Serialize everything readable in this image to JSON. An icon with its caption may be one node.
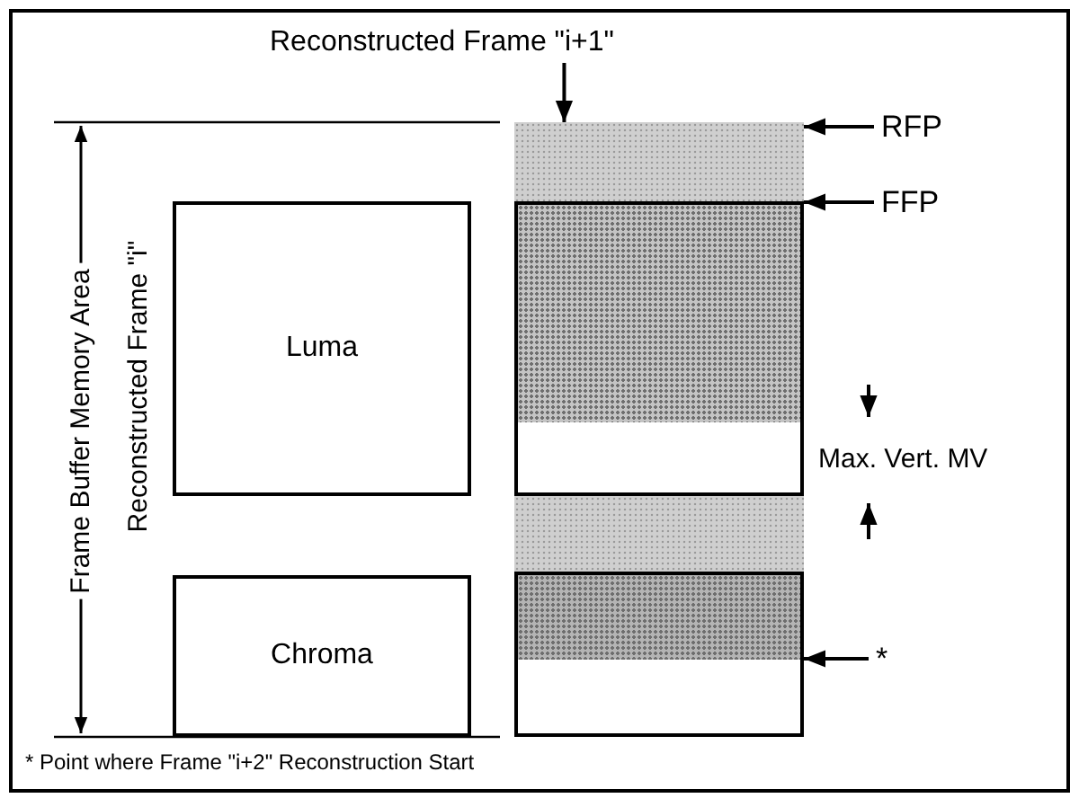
{
  "diagram": {
    "nodes": [
      {
        "text": [
          "Reconstructed Frame \"i+1\""
        ]
      },
      {
        "text": [],
        "shape": "box"
      },
      {
        "text": [],
        "shape": "box",
        "beside": [
          "Max. Vert. MV"
        ]
      },
      {
        "text": [
          "RFP"
        ]
      },
      {
        "text": [
          "FFP"
        ]
      },
      {
        "text": [],
        "shape": "box"
      },
      {
        "text": [
          "*"
        ]
      },
      {
        "text": [],
        "shape": "box"
      },
      {
        "text": [
          "Luma"
        ]
      },
      {
        "text": [
          "Chroma"
        ]
      }
    ],
    "edges": [
      {
        "from": 0,
        "to": 1,
        "arrow": "to"
      },
      {
        "from": 3,
        "to": 1,
        "arrow": "to"
      },
      {
        "from": 4,
        "to": 2,
        "arrow": "to"
      },
      {
        "from": 6,
        "to": 7,
        "arrow": "to"
      }
    ],
    "labels": [
      "Frame Buffer Memory Area",
      "Reconstructed Frame \"i\"",
      "* Point where Frame \"i+2\" Reconstruction Start"
    ]
  }
}
